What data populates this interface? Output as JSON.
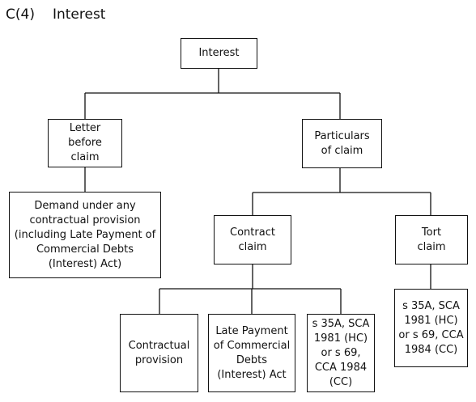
{
  "heading": {
    "number": "C(4)",
    "title": "Interest"
  },
  "diagram": {
    "root": "Interest",
    "letter_before_claim": "Letter before claim",
    "demand_under_contract": "Demand under any contractual provision (including Late Payment of Commercial Debts (Interest) Act)",
    "particulars_of_claim": "Particulars of claim",
    "contract_claim": "Contract claim",
    "tort_claim": "Tort claim",
    "contractual_provision": "Contractual provision",
    "late_payment_act": "Late Payment of Commercial Debts (Interest) Act",
    "statute_contract": "s 35A, SCA 1981 (HC) or s 69, CCA 1984 (CC)",
    "statute_tort": "s 35A, SCA 1981 (HC) or s 69, CCA 1984 (CC)"
  }
}
